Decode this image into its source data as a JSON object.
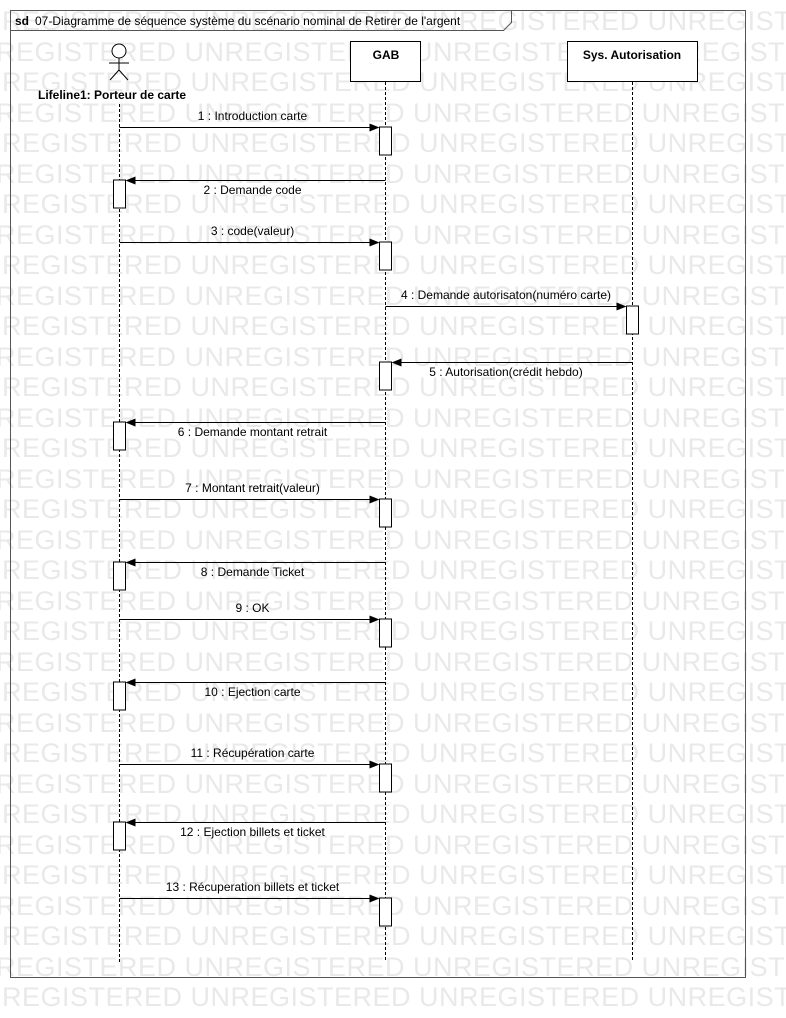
{
  "frame": {
    "kind": "sd",
    "title": "07-Diagramme de séquence système du scénario nominal de Retirer de l'argent"
  },
  "watermark": "UNREGISTERED",
  "lifelines": [
    {
      "id": "actor",
      "label": "Lifeline1: Porteur de carte",
      "kind": "actor"
    },
    {
      "id": "gab",
      "label": "GAB",
      "kind": "object"
    },
    {
      "id": "auth",
      "label": "Sys. Autorisation",
      "kind": "object"
    }
  ],
  "messages": [
    {
      "label": "1 : Introduction carte",
      "from": "actor",
      "to": "gab"
    },
    {
      "label": "2 : Demande code",
      "from": "gab",
      "to": "actor"
    },
    {
      "label": "3 : code(valeur)",
      "from": "actor",
      "to": "gab"
    },
    {
      "label": "4 : Demande autorisaton(numéro carte)",
      "from": "gab",
      "to": "auth"
    },
    {
      "label": "5 : Autorisation(crédit hebdo)",
      "from": "auth",
      "to": "gab"
    },
    {
      "label": "6 : Demande montant retrait",
      "from": "gab",
      "to": "actor"
    },
    {
      "label": "7 : Montant retrait(valeur)",
      "from": "actor",
      "to": "gab"
    },
    {
      "label": "8 : Demande Ticket",
      "from": "gab",
      "to": "actor"
    },
    {
      "label": "9 : OK",
      "from": "actor",
      "to": "gab"
    },
    {
      "label": "10 : Ejection carte",
      "from": "gab",
      "to": "actor"
    },
    {
      "label": "11 : Récupération carte",
      "from": "actor",
      "to": "gab"
    },
    {
      "label": "12 : Ejection billets et ticket",
      "from": "gab",
      "to": "actor"
    },
    {
      "label": "13 : Récuperation billets et ticket",
      "from": "actor",
      "to": "gab"
    }
  ]
}
